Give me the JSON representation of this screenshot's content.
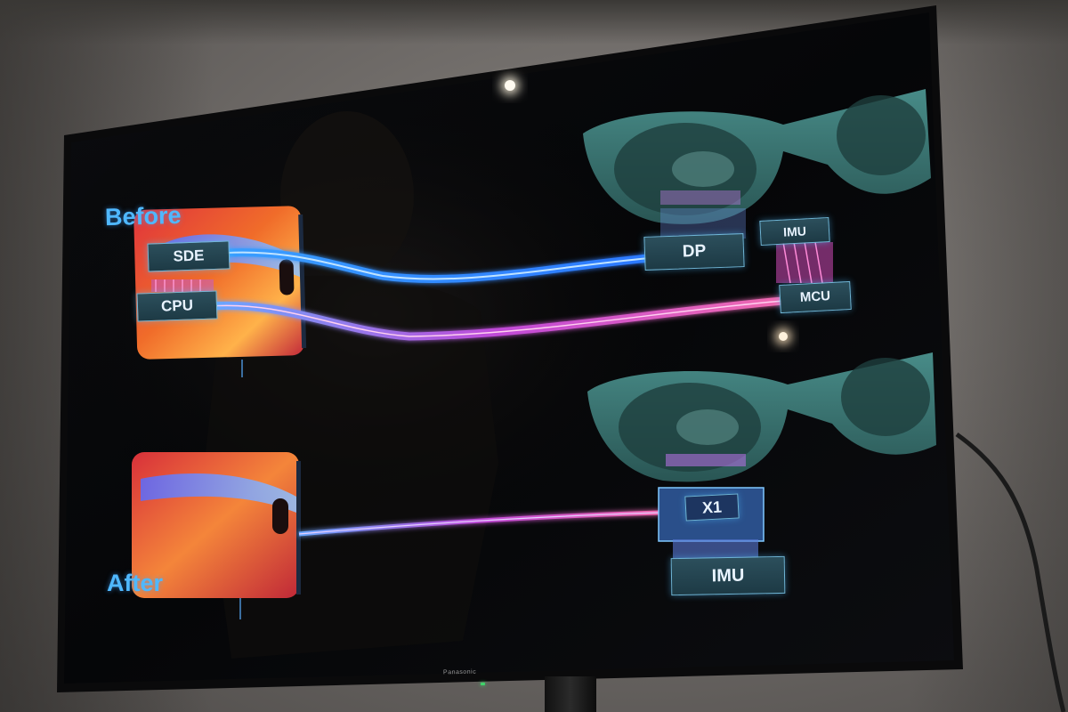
{
  "slide": {
    "before_label": "Before",
    "after_label": "After",
    "before_chips": {
      "sde": "SDE",
      "cpu": "CPU",
      "dp": "DP",
      "imu": "IMU",
      "mcu": "MCU"
    },
    "after_chips": {
      "x1": "X1",
      "imu": "IMU"
    }
  },
  "tv": {
    "brand": "Panasonic"
  },
  "colors": {
    "label_blue": "#4fb8ff",
    "cable_blue": "#3aa8ff",
    "cable_magenta": "#c050e0",
    "phone_orange": "#f07a2a",
    "phone_red": "#d8303a",
    "glasses_teal": "#3f7f7f"
  }
}
